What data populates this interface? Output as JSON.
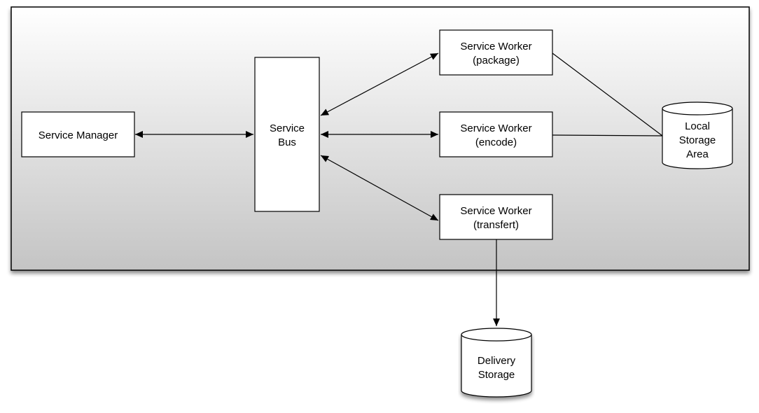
{
  "diagram": {
    "nodes": {
      "service_manager": {
        "lines": [
          "Service Manager"
        ]
      },
      "service_bus": {
        "lines": [
          "Service",
          "Bus"
        ]
      },
      "worker_package": {
        "lines": [
          "Service Worker",
          "(package)"
        ]
      },
      "worker_encode": {
        "lines": [
          "Service Worker",
          "(encode)"
        ]
      },
      "worker_transfert": {
        "lines": [
          "Service Worker",
          "(transfert)"
        ]
      },
      "local_storage": {
        "lines": [
          "Local",
          "Storage",
          "Area"
        ]
      },
      "delivery_storage": {
        "lines": [
          "Delivery",
          "Storage"
        ]
      }
    },
    "edges": [
      {
        "from": "service_manager",
        "to": "service_bus",
        "direction": "both"
      },
      {
        "from": "service_bus",
        "to": "worker_package",
        "direction": "both"
      },
      {
        "from": "service_bus",
        "to": "worker_encode",
        "direction": "both"
      },
      {
        "from": "service_bus",
        "to": "worker_transfert",
        "direction": "both"
      },
      {
        "from": "worker_package",
        "to": "local_storage",
        "direction": "none"
      },
      {
        "from": "worker_encode",
        "to": "local_storage",
        "direction": "none"
      },
      {
        "from": "worker_transfert",
        "to": "delivery_storage",
        "direction": "forward"
      }
    ],
    "colors": {
      "container_top": "#ffffff",
      "container_bottom": "#c4c4c4",
      "stroke": "#000000",
      "box_fill": "#ffffff"
    }
  }
}
